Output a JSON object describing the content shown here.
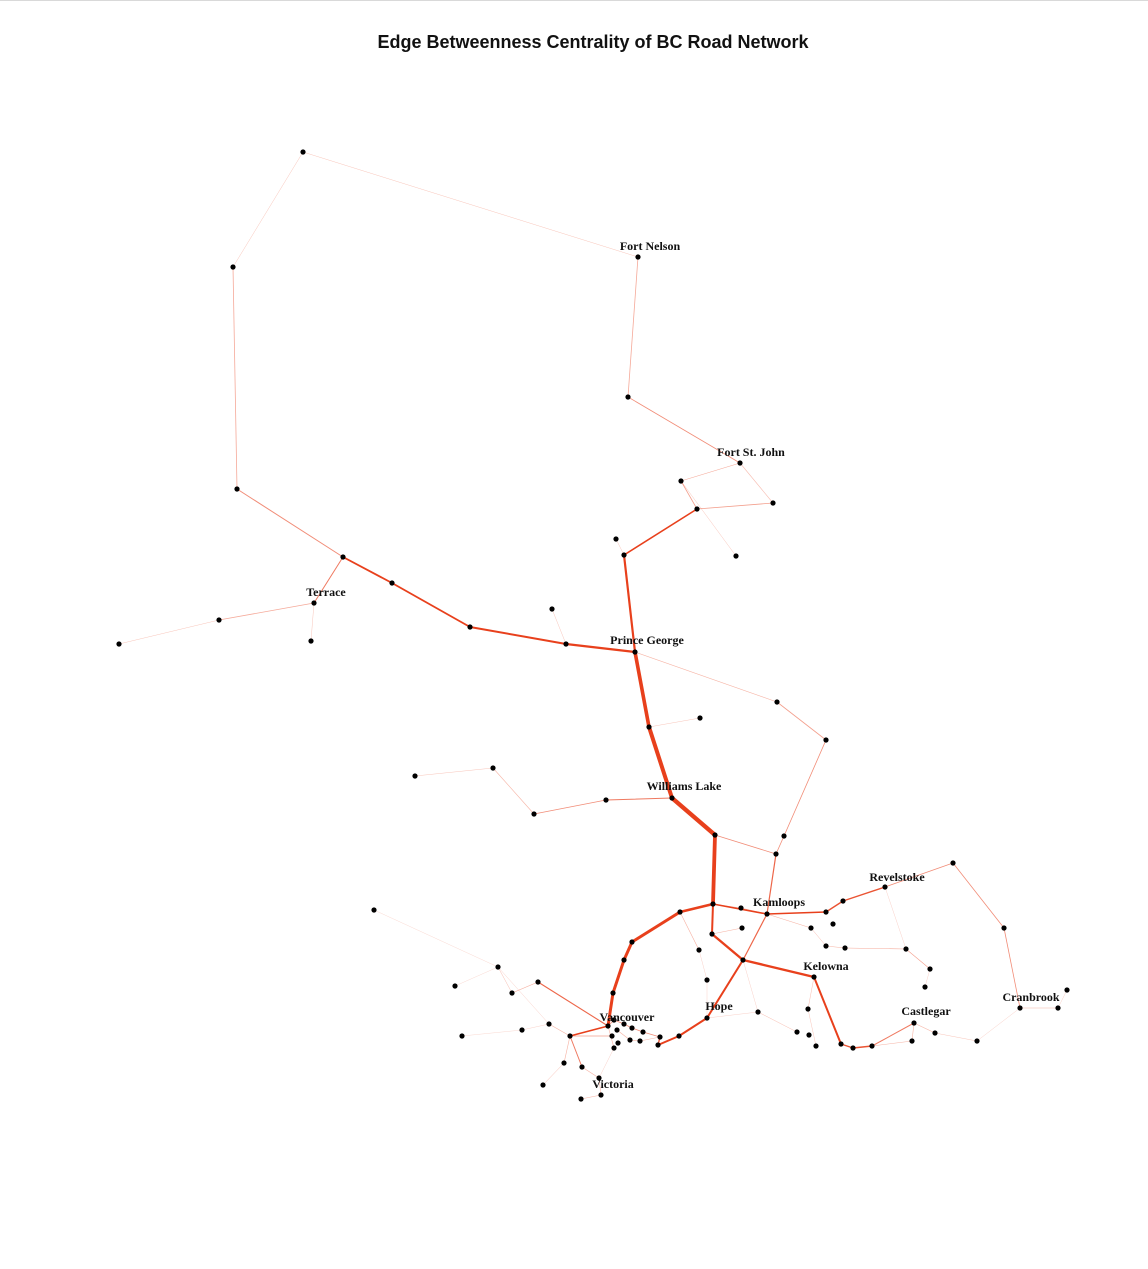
{
  "title": "Edge Betweenness Centrality of BC Road Network",
  "colors": {
    "edge": "#e8401c",
    "node": "#000000",
    "background": "#ffffff"
  },
  "labels": {
    "fort_nelson": "Fort Nelson",
    "fort_st_john": "Fort St. John",
    "terrace": "Terrace",
    "prince_george": "Prince George",
    "williams_lake": "Williams Lake",
    "revelstoke": "Revelstoke",
    "kamloops": "Kamloops",
    "kelowna": "Kelowna",
    "cranbrook": "Cranbrook",
    "hope": "Hope",
    "castlegar": "Castlegar",
    "vancouver": "Vancouver",
    "victoria": "Victoria"
  }
}
